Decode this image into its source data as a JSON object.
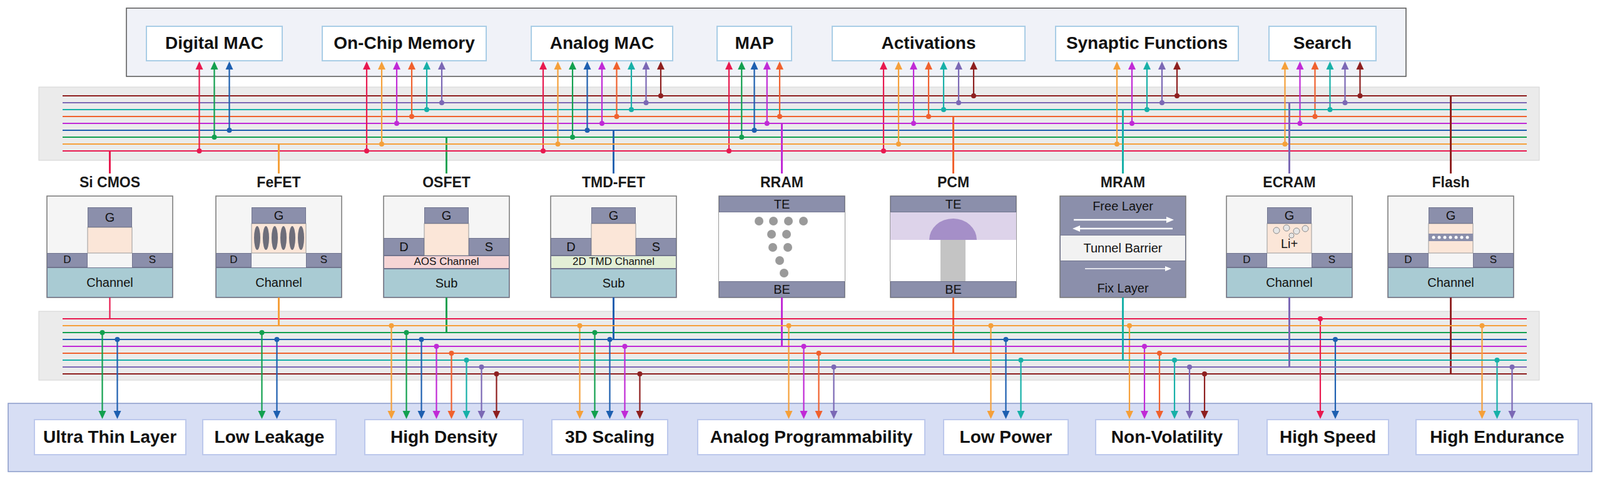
{
  "diagram": {
    "nodes": [
      {
        "text": [
          "Digital MAC"
        ]
      },
      {
        "text": [
          "On-Chip Memory"
        ]
      },
      {
        "text": [
          "Analog MAC"
        ]
      },
      {
        "text": [
          "MAP"
        ]
      },
      {
        "text": [
          "Activations"
        ]
      },
      {
        "text": [
          "Synaptic Functions"
        ]
      },
      {
        "text": [
          "Search"
        ]
      },
      {
        "text": [
          "Si CMOS"
        ]
      },
      {
        "text": [
          "G"
        ],
        "in": 7
      },
      {
        "text": [
          "D"
        ],
        "in": 7
      },
      {
        "text": [
          "S"
        ],
        "in": 7
      },
      {
        "text": [
          "Channel"
        ],
        "in": 7
      },
      {
        "text": [
          "FeFET"
        ]
      },
      {
        "text": [
          "G"
        ],
        "in": 12
      },
      {
        "text": [
          "D"
        ],
        "in": 12
      },
      {
        "text": [
          "S"
        ],
        "in": 12
      },
      {
        "text": [
          "Channel"
        ],
        "in": 12
      },
      {
        "text": [
          "OSFET"
        ]
      },
      {
        "text": [
          "G"
        ],
        "in": 17
      },
      {
        "text": [
          "D"
        ],
        "in": 17
      },
      {
        "text": [
          "S"
        ],
        "in": 17
      },
      {
        "text": [
          "AOS Channel"
        ],
        "in": 17
      },
      {
        "text": [
          "Sub"
        ],
        "in": 17
      },
      {
        "text": [
          "TMD-FET"
        ]
      },
      {
        "text": [
          "G"
        ],
        "in": 23
      },
      {
        "text": [
          "D"
        ],
        "in": 23
      },
      {
        "text": [
          "S"
        ],
        "in": 23
      },
      {
        "text": [
          "2D TMD Channel"
        ],
        "in": 23
      },
      {
        "text": [
          "Sub"
        ],
        "in": 23
      },
      {
        "text": [
          "RRAM"
        ]
      },
      {
        "text": [
          "TE"
        ],
        "in": 29
      },
      {
        "text": [
          "BE"
        ],
        "in": 29
      },
      {
        "text": [
          "PCM"
        ]
      },
      {
        "text": [
          "TE"
        ],
        "in": 32
      },
      {
        "text": [
          "BE"
        ],
        "in": 32
      },
      {
        "text": [
          "MRAM"
        ]
      },
      {
        "text": [
          "Free Layer"
        ],
        "in": 35
      },
      {
        "text": [
          "Tunnel Barrier"
        ],
        "in": 35
      },
      {
        "text": [
          "Fix Layer"
        ],
        "in": 35
      },
      {
        "text": [
          "ECRAM"
        ]
      },
      {
        "text": [
          "G"
        ],
        "in": 39
      },
      {
        "text": [
          "Li+"
        ],
        "in": 39
      },
      {
        "text": [
          "D"
        ],
        "in": 39
      },
      {
        "text": [
          "S"
        ],
        "in": 39
      },
      {
        "text": [
          "Channel"
        ],
        "in": 39
      },
      {
        "text": [
          "Flash"
        ]
      },
      {
        "text": [
          "G"
        ],
        "in": 45
      },
      {
        "text": [
          "D"
        ],
        "in": 45
      },
      {
        "text": [
          "S"
        ],
        "in": 45
      },
      {
        "text": [
          "Channel"
        ],
        "in": 45
      },
      {
        "text": [
          "Ultra Thin Layer"
        ]
      },
      {
        "text": [
          "Low Leakage"
        ]
      },
      {
        "text": [
          "High Density"
        ]
      },
      {
        "text": [
          "3D Scaling"
        ]
      },
      {
        "text": [
          "Analog Programmability"
        ]
      },
      {
        "text": [
          "Low Power"
        ]
      },
      {
        "text": [
          "Non-Volatility"
        ]
      },
      {
        "text": [
          "High Speed"
        ]
      },
      {
        "text": [
          "High Endurance"
        ]
      }
    ],
    "edges": [
      {
        "from": 7,
        "to": 0,
        "arrow": "to"
      },
      {
        "from": 17,
        "to": 0,
        "arrow": "to"
      },
      {
        "from": 23,
        "to": 0,
        "arrow": "to"
      },
      {
        "from": 7,
        "to": 1,
        "arrow": "to"
      },
      {
        "from": 12,
        "to": 1,
        "arrow": "to"
      },
      {
        "from": 29,
        "to": 1,
        "arrow": "to"
      },
      {
        "from": 32,
        "to": 1,
        "arrow": "to"
      },
      {
        "from": 35,
        "to": 1,
        "arrow": "to"
      },
      {
        "from": 39,
        "to": 1,
        "arrow": "to"
      },
      {
        "from": 7,
        "to": 2,
        "arrow": "to"
      },
      {
        "from": 12,
        "to": 2,
        "arrow": "to"
      },
      {
        "from": 17,
        "to": 2,
        "arrow": "to"
      },
      {
        "from": 23,
        "to": 2,
        "arrow": "to"
      },
      {
        "from": 29,
        "to": 2,
        "arrow": "to"
      },
      {
        "from": 32,
        "to": 2,
        "arrow": "to"
      },
      {
        "from": 35,
        "to": 2,
        "arrow": "to"
      },
      {
        "from": 39,
        "to": 2,
        "arrow": "to"
      },
      {
        "from": 45,
        "to": 2,
        "arrow": "to"
      },
      {
        "from": 7,
        "to": 3,
        "arrow": "to"
      },
      {
        "from": 17,
        "to": 3,
        "arrow": "to"
      },
      {
        "from": 23,
        "to": 3,
        "arrow": "to"
      },
      {
        "from": 29,
        "to": 3,
        "arrow": "to"
      },
      {
        "from": 32,
        "to": 3,
        "arrow": "to"
      },
      {
        "from": 7,
        "to": 4,
        "arrow": "to"
      },
      {
        "from": 12,
        "to": 4,
        "arrow": "to"
      },
      {
        "from": 29,
        "to": 4,
        "arrow": "to"
      },
      {
        "from": 32,
        "to": 4,
        "arrow": "to"
      },
      {
        "from": 35,
        "to": 4,
        "arrow": "to"
      },
      {
        "from": 39,
        "to": 4,
        "arrow": "to"
      },
      {
        "from": 45,
        "to": 4,
        "arrow": "to"
      },
      {
        "from": 12,
        "to": 5,
        "arrow": "to"
      },
      {
        "from": 29,
        "to": 5,
        "arrow": "to"
      },
      {
        "from": 35,
        "to": 5,
        "arrow": "to"
      },
      {
        "from": 39,
        "to": 5,
        "arrow": "to"
      },
      {
        "from": 45,
        "to": 5,
        "arrow": "to"
      },
      {
        "from": 12,
        "to": 6,
        "arrow": "to"
      },
      {
        "from": 29,
        "to": 6,
        "arrow": "to"
      },
      {
        "from": 32,
        "to": 6,
        "arrow": "to"
      },
      {
        "from": 35,
        "to": 6,
        "arrow": "to"
      },
      {
        "from": 39,
        "to": 6,
        "arrow": "to"
      },
      {
        "from": 45,
        "to": 6,
        "arrow": "to"
      },
      {
        "from": 17,
        "to": 50,
        "arrow": "to"
      },
      {
        "from": 23,
        "to": 50,
        "arrow": "to"
      },
      {
        "from": 17,
        "to": 51,
        "arrow": "to"
      },
      {
        "from": 23,
        "to": 51,
        "arrow": "to"
      },
      {
        "from": 12,
        "to": 52,
        "arrow": "to"
      },
      {
        "from": 17,
        "to": 52,
        "arrow": "to"
      },
      {
        "from": 23,
        "to": 52,
        "arrow": "to"
      },
      {
        "from": 29,
        "to": 52,
        "arrow": "to"
      },
      {
        "from": 32,
        "to": 52,
        "arrow": "to"
      },
      {
        "from": 35,
        "to": 52,
        "arrow": "to"
      },
      {
        "from": 39,
        "to": 52,
        "arrow": "to"
      },
      {
        "from": 45,
        "to": 52,
        "arrow": "to"
      },
      {
        "from": 12,
        "to": 53,
        "arrow": "to"
      },
      {
        "from": 17,
        "to": 53,
        "arrow": "to"
      },
      {
        "from": 23,
        "to": 53,
        "arrow": "to"
      },
      {
        "from": 29,
        "to": 53,
        "arrow": "to"
      },
      {
        "from": 45,
        "to": 53,
        "arrow": "to"
      },
      {
        "from": 12,
        "to": 54,
        "arrow": "to"
      },
      {
        "from": 29,
        "to": 54,
        "arrow": "to"
      },
      {
        "from": 32,
        "to": 54,
        "arrow": "to"
      },
      {
        "from": 39,
        "to": 54,
        "arrow": "to"
      },
      {
        "from": 12,
        "to": 55,
        "arrow": "to"
      },
      {
        "from": 23,
        "to": 55,
        "arrow": "to"
      },
      {
        "from": 35,
        "to": 55,
        "arrow": "to"
      },
      {
        "from": 12,
        "to": 56,
        "arrow": "to"
      },
      {
        "from": 29,
        "to": 56,
        "arrow": "to"
      },
      {
        "from": 32,
        "to": 56,
        "arrow": "to"
      },
      {
        "from": 35,
        "to": 56,
        "arrow": "to"
      },
      {
        "from": 39,
        "to": 56,
        "arrow": "to"
      },
      {
        "from": 45,
        "to": 56,
        "arrow": "to"
      },
      {
        "from": 7,
        "to": 57,
        "arrow": "to"
      },
      {
        "from": 23,
        "to": 57,
        "arrow": "to"
      },
      {
        "from": 12,
        "to": 58,
        "arrow": "to"
      },
      {
        "from": 35,
        "to": 58,
        "arrow": "to"
      },
      {
        "from": 39,
        "to": 58,
        "arrow": "to"
      }
    ]
  }
}
